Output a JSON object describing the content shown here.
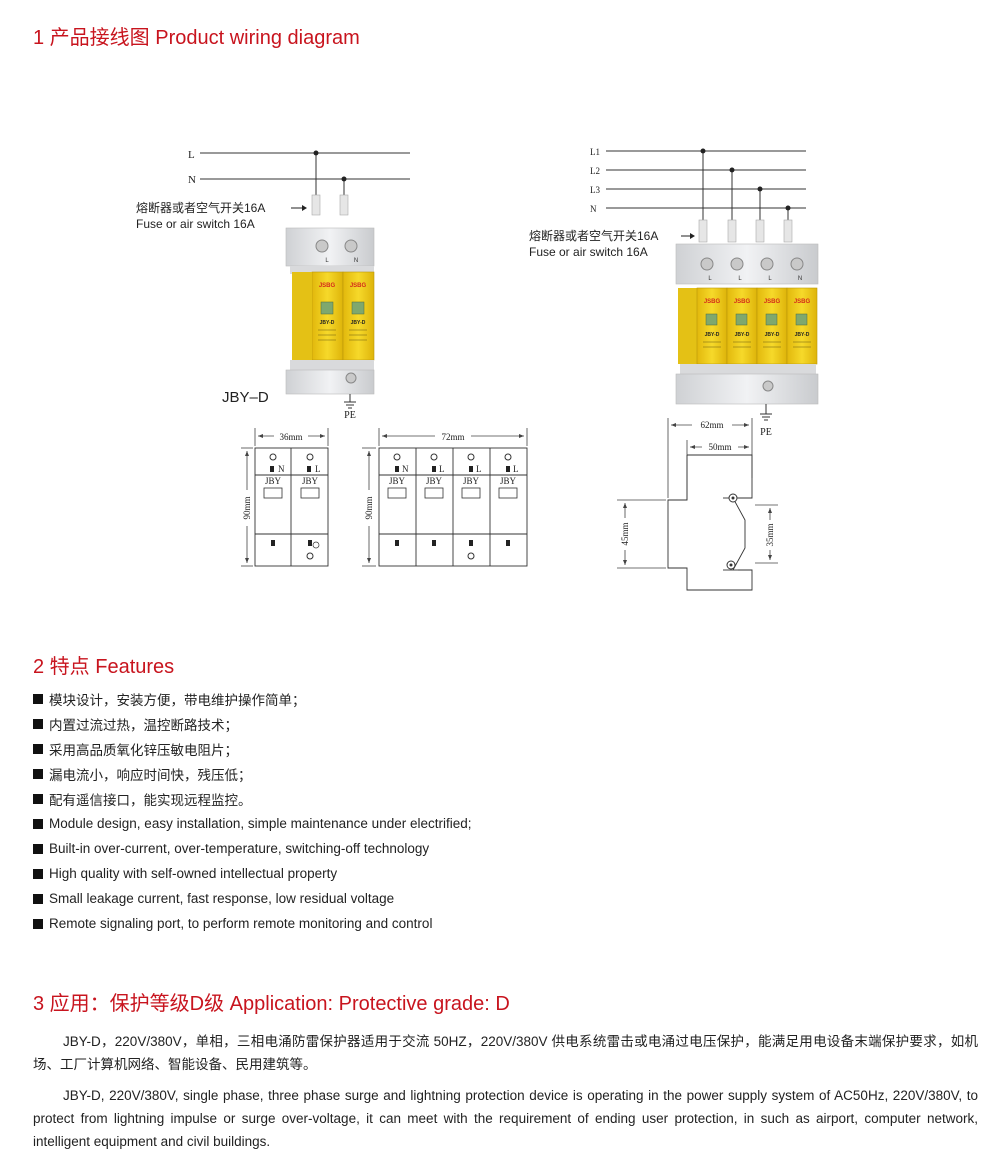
{
  "section1": {
    "title": "1  产品接线图 Product wiring diagram",
    "single_phase": {
      "line_labels": [
        "L",
        "N"
      ],
      "fuse_cn": "熔断器或者空气开关16A",
      "fuse_en": "Fuse or air switch 16A",
      "module_terminals": [
        "L",
        "N"
      ],
      "brand": "JSBG",
      "model": "JBY-D",
      "model_caption": "JBY–D",
      "pe": "PE",
      "width_dim": "36mm",
      "height_dim": "90mm",
      "front_terminals": [
        "N",
        "L"
      ],
      "front_module_labels": [
        "JBY",
        "JBY"
      ]
    },
    "three_phase": {
      "line_labels": [
        "L1",
        "L2",
        "L3",
        "N"
      ],
      "fuse_cn": "熔断器或者空气开关16A",
      "fuse_en": "Fuse or air switch 16A",
      "module_terminals": [
        "L",
        "L",
        "L",
        "N"
      ],
      "brand": "JSBG",
      "model": "JBY-D",
      "pe": "PE",
      "width_dim": "72mm",
      "height_dim": "90mm",
      "front_terminals": [
        "N",
        "L",
        "L",
        "L"
      ],
      "front_module_labels": [
        "JBY",
        "JBY",
        "JBY",
        "JBY"
      ]
    },
    "side_view": {
      "depth_dim": "62mm",
      "inner_dim": "50mm",
      "left_dim": "45mm",
      "right_dim": "35mm"
    }
  },
  "section2": {
    "title": "2  特点 Features",
    "features_cn": [
      "模块设计，安装方便，带电维护操作简单；",
      "内置过流过热，温控断路技术；",
      "采用高品质氧化锌压敏电阻片；",
      "漏电流小，响应时间快，残压低；",
      "配有遥信接口，能实现远程监控。"
    ],
    "features_en": [
      "Module design, easy installation, simple maintenance under electrified;",
      "Built-in over-current, over-temperature, switching-off technology",
      "High quality with self-owned intellectual property",
      "Small leakage current, fast response, low residual voltage",
      "Remote signaling port, to perform remote monitoring and control"
    ]
  },
  "section3": {
    "title": "3  应用：保护等级D级 Application: Protective grade: D",
    "para_cn": "JBY-D，220V/380V，单相，三相电涌防雷保护器适用于交流 50HZ，220V/380V 供电系统雷击或电涌过电压保护，能满足用电设备末端保护要求，如机场、工厂计算机网络、智能设备、民用建筑等。",
    "para_en": "JBY-D, 220V/380V, single phase, three phase surge and lightning protection device is operating in the power supply system of AC50Hz, 220V/380V, to protect from lightning impulse or surge over-voltage, it can meet with the requirement of ending user protection, in such as airport, computer network, intelligent equipment and civil buildings."
  },
  "colors": {
    "heading": "#c8141e",
    "module_yellow": "#f3d21c",
    "brand_red": "#d42a1a",
    "body_grey": "#e7e8ea"
  }
}
